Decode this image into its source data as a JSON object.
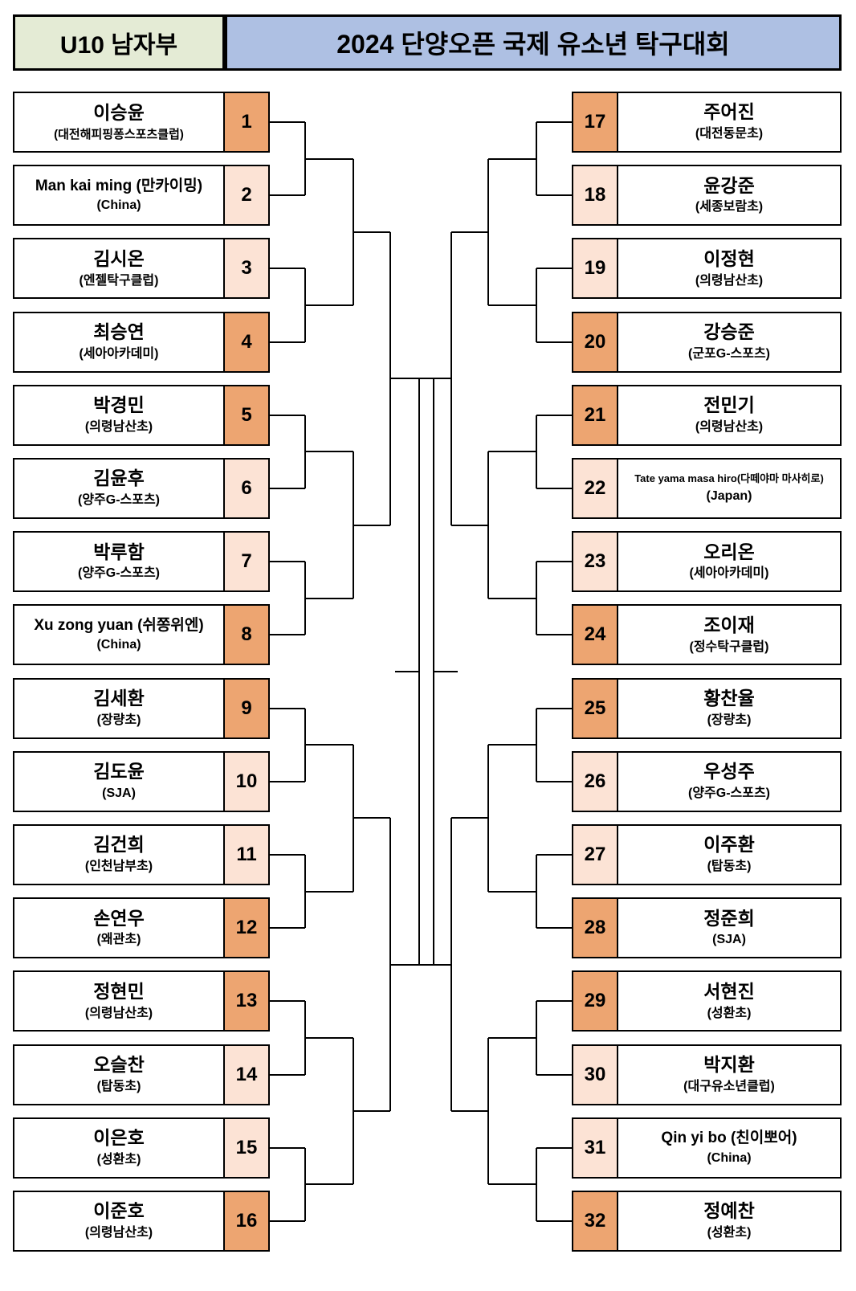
{
  "header": {
    "category": "U10 남자부",
    "title": "2024 단양오픈 국제 유소년 탁구대회",
    "category_bg": "#E4EBD5",
    "title_bg": "#AEC0E3"
  },
  "legend": {
    "seed_dark_color": "#EDA571",
    "seed_light_color": "#FCE3D5"
  },
  "bracket": {
    "type": "single-elimination",
    "size": 32,
    "left": [
      {
        "seed": "1",
        "name": "이승윤",
        "club": "(대전해피핑퐁스포츠클럽)",
        "shade": "dark",
        "name_size": "normal",
        "club_size": "sm"
      },
      {
        "seed": "2",
        "name": "Man kai ming (만카이밍)",
        "club": "(China)",
        "shade": "light",
        "name_size": "sm",
        "club_size": "normal"
      },
      {
        "seed": "3",
        "name": "김시온",
        "club": "(엔젤탁구클럽)",
        "shade": "light",
        "name_size": "normal",
        "club_size": "normal"
      },
      {
        "seed": "4",
        "name": "최승연",
        "club": "(세아아카데미)",
        "shade": "dark",
        "name_size": "normal",
        "club_size": "normal"
      },
      {
        "seed": "5",
        "name": "박경민",
        "club": "(의령남산초)",
        "shade": "dark",
        "name_size": "normal",
        "club_size": "normal"
      },
      {
        "seed": "6",
        "name": "김윤후",
        "club": "(양주G-스포츠)",
        "shade": "light",
        "name_size": "normal",
        "club_size": "normal"
      },
      {
        "seed": "7",
        "name": "박루함",
        "club": "(양주G-스포츠)",
        "shade": "light",
        "name_size": "normal",
        "club_size": "normal"
      },
      {
        "seed": "8",
        "name": "Xu zong yuan (쉬쫑위엔)",
        "club": "(China)",
        "shade": "dark",
        "name_size": "sm",
        "club_size": "normal"
      },
      {
        "seed": "9",
        "name": "김세환",
        "club": "(장량초)",
        "shade": "dark",
        "name_size": "normal",
        "club_size": "normal"
      },
      {
        "seed": "10",
        "name": "김도윤",
        "club": "(SJA)",
        "shade": "light",
        "name_size": "normal",
        "club_size": "normal"
      },
      {
        "seed": "11",
        "name": "김건희",
        "club": "(인천남부초)",
        "shade": "light",
        "name_size": "normal",
        "club_size": "normal"
      },
      {
        "seed": "12",
        "name": "손연우",
        "club": "(왜관초)",
        "shade": "dark",
        "name_size": "normal",
        "club_size": "normal"
      },
      {
        "seed": "13",
        "name": "정현민",
        "club": "(의령남산초)",
        "shade": "dark",
        "name_size": "normal",
        "club_size": "normal"
      },
      {
        "seed": "14",
        "name": "오슬찬",
        "club": "(탑동초)",
        "shade": "light",
        "name_size": "normal",
        "club_size": "normal"
      },
      {
        "seed": "15",
        "name": "이은호",
        "club": "(성환초)",
        "shade": "light",
        "name_size": "normal",
        "club_size": "normal"
      },
      {
        "seed": "16",
        "name": "이준호",
        "club": "(의령남산초)",
        "shade": "dark",
        "name_size": "normal",
        "club_size": "normal"
      }
    ],
    "right": [
      {
        "seed": "17",
        "name": "주어진",
        "club": "(대전동문초)",
        "shade": "dark",
        "name_size": "normal",
        "club_size": "normal"
      },
      {
        "seed": "18",
        "name": "윤강준",
        "club": "(세종보람초)",
        "shade": "light",
        "name_size": "normal",
        "club_size": "normal"
      },
      {
        "seed": "19",
        "name": "이정현",
        "club": "(의령남산초)",
        "shade": "light",
        "name_size": "normal",
        "club_size": "normal"
      },
      {
        "seed": "20",
        "name": "강승준",
        "club": "(군포G-스포츠)",
        "shade": "dark",
        "name_size": "normal",
        "club_size": "normal"
      },
      {
        "seed": "21",
        "name": "전민기",
        "club": "(의령남산초)",
        "shade": "dark",
        "name_size": "normal",
        "club_size": "normal"
      },
      {
        "seed": "22",
        "name": "Tate yama masa hiro(다떼야마 마사히로)",
        "club": "(Japan)",
        "shade": "light",
        "name_size": "xs",
        "club_size": "normal"
      },
      {
        "seed": "23",
        "name": "오리온",
        "club": "(세아아카데미)",
        "shade": "light",
        "name_size": "normal",
        "club_size": "normal"
      },
      {
        "seed": "24",
        "name": "조이재",
        "club": "(정수탁구클럽)",
        "shade": "dark",
        "name_size": "normal",
        "club_size": "normal"
      },
      {
        "seed": "25",
        "name": "황찬율",
        "club": "(장량초)",
        "shade": "dark",
        "name_size": "normal",
        "club_size": "normal"
      },
      {
        "seed": "26",
        "name": "우성주",
        "club": "(양주G-스포츠)",
        "shade": "light",
        "name_size": "normal",
        "club_size": "normal"
      },
      {
        "seed": "27",
        "name": "이주환",
        "club": "(탑동초)",
        "shade": "light",
        "name_size": "normal",
        "club_size": "normal"
      },
      {
        "seed": "28",
        "name": "정준희",
        "club": "(SJA)",
        "shade": "dark",
        "name_size": "normal",
        "club_size": "normal"
      },
      {
        "seed": "29",
        "name": "서현진",
        "club": "(성환초)",
        "shade": "dark",
        "name_size": "normal",
        "club_size": "normal"
      },
      {
        "seed": "30",
        "name": "박지환",
        "club": "(대구유소년클럽)",
        "shade": "light",
        "name_size": "normal",
        "club_size": "normal"
      },
      {
        "seed": "31",
        "name": "Qin yi bo (친이뽀어)",
        "club": "(China)",
        "shade": "light",
        "name_size": "sm",
        "club_size": "normal"
      },
      {
        "seed": "32",
        "name": "정예찬",
        "club": "(성환초)",
        "shade": "dark",
        "name_size": "normal",
        "club_size": "normal"
      }
    ]
  }
}
